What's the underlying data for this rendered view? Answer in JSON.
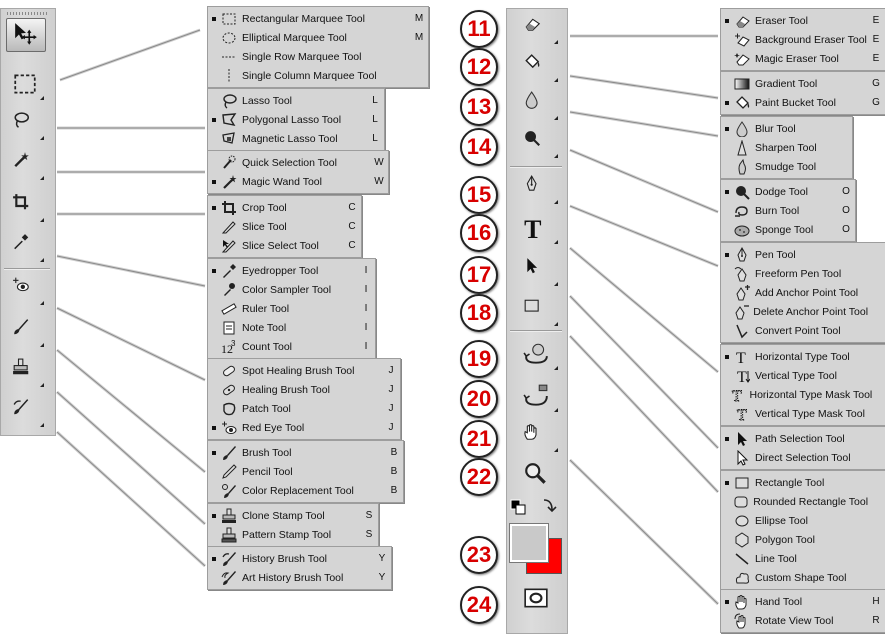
{
  "left_groups": [
    {
      "items": [
        {
          "label": "Rectangular Marquee Tool",
          "key": "M",
          "selected": true,
          "icon": "rect-marquee-icon"
        },
        {
          "label": "Elliptical Marquee Tool",
          "key": "M",
          "selected": false,
          "icon": "ellipse-marquee-icon"
        },
        {
          "label": "Single Row Marquee Tool",
          "key": "",
          "selected": false,
          "icon": "row-marquee-icon"
        },
        {
          "label": "Single Column Marquee Tool",
          "key": "",
          "selected": false,
          "icon": "column-marquee-icon"
        }
      ]
    },
    {
      "items": [
        {
          "label": "Lasso Tool",
          "key": "L",
          "selected": false,
          "icon": "lasso-icon"
        },
        {
          "label": "Polygonal Lasso Tool",
          "key": "L",
          "selected": true,
          "icon": "polygonal-lasso-icon"
        },
        {
          "label": "Magnetic Lasso Tool",
          "key": "L",
          "selected": false,
          "icon": "magnetic-lasso-icon"
        }
      ]
    },
    {
      "items": [
        {
          "label": "Quick Selection Tool",
          "key": "W",
          "selected": false,
          "icon": "quick-selection-icon"
        },
        {
          "label": "Magic Wand Tool",
          "key": "W",
          "selected": true,
          "icon": "magic-wand-icon"
        }
      ]
    },
    {
      "items": [
        {
          "label": "Crop Tool",
          "key": "C",
          "selected": true,
          "icon": "crop-icon"
        },
        {
          "label": "Slice Tool",
          "key": "C",
          "selected": false,
          "icon": "slice-icon"
        },
        {
          "label": "Slice Select Tool",
          "key": "C",
          "selected": false,
          "icon": "slice-select-icon"
        }
      ]
    },
    {
      "items": [
        {
          "label": "Eyedropper Tool",
          "key": "I",
          "selected": true,
          "icon": "eyedropper-icon"
        },
        {
          "label": "Color Sampler Tool",
          "key": "I",
          "selected": false,
          "icon": "color-sampler-icon"
        },
        {
          "label": "Ruler Tool",
          "key": "I",
          "selected": false,
          "icon": "ruler-icon"
        },
        {
          "label": "Note Tool",
          "key": "I",
          "selected": false,
          "icon": "note-icon"
        },
        {
          "label": "Count Tool",
          "key": "I",
          "selected": false,
          "icon": "count-icon"
        }
      ]
    },
    {
      "items": [
        {
          "label": "Spot Healing Brush Tool",
          "key": "J",
          "selected": false,
          "icon": "spot-healing-icon"
        },
        {
          "label": "Healing Brush Tool",
          "key": "J",
          "selected": false,
          "icon": "healing-brush-icon"
        },
        {
          "label": "Patch Tool",
          "key": "J",
          "selected": false,
          "icon": "patch-icon"
        },
        {
          "label": "Red Eye Tool",
          "key": "J",
          "selected": true,
          "icon": "red-eye-icon"
        }
      ]
    },
    {
      "items": [
        {
          "label": "Brush Tool",
          "key": "B",
          "selected": true,
          "icon": "brush-icon"
        },
        {
          "label": "Pencil Tool",
          "key": "B",
          "selected": false,
          "icon": "pencil-icon"
        },
        {
          "label": "Color Replacement Tool",
          "key": "B",
          "selected": false,
          "icon": "color-replacement-icon"
        }
      ]
    },
    {
      "items": [
        {
          "label": "Clone Stamp Tool",
          "key": "S",
          "selected": true,
          "icon": "clone-stamp-icon"
        },
        {
          "label": "Pattern Stamp Tool",
          "key": "S",
          "selected": false,
          "icon": "pattern-stamp-icon"
        }
      ]
    },
    {
      "items": [
        {
          "label": "History Brush Tool",
          "key": "Y",
          "selected": true,
          "icon": "history-brush-icon"
        },
        {
          "label": "Art History Brush Tool",
          "key": "Y",
          "selected": false,
          "icon": "art-history-brush-icon"
        }
      ]
    }
  ],
  "right_groups": [
    {
      "items": [
        {
          "label": "Eraser Tool",
          "key": "E",
          "selected": true,
          "icon": "eraser-icon"
        },
        {
          "label": "Background Eraser Tool",
          "key": "E",
          "selected": false,
          "icon": "background-eraser-icon"
        },
        {
          "label": "Magic Eraser Tool",
          "key": "E",
          "selected": false,
          "icon": "magic-eraser-icon"
        }
      ]
    },
    {
      "items": [
        {
          "label": "Gradient Tool",
          "key": "G",
          "selected": false,
          "icon": "gradient-icon"
        },
        {
          "label": "Paint Bucket Tool",
          "key": "G",
          "selected": true,
          "icon": "paint-bucket-icon"
        }
      ]
    },
    {
      "items": [
        {
          "label": "Blur Tool",
          "key": "",
          "selected": true,
          "icon": "blur-icon"
        },
        {
          "label": "Sharpen Tool",
          "key": "",
          "selected": false,
          "icon": "sharpen-icon"
        },
        {
          "label": "Smudge Tool",
          "key": "",
          "selected": false,
          "icon": "smudge-icon"
        }
      ]
    },
    {
      "items": [
        {
          "label": "Dodge Tool",
          "key": "O",
          "selected": true,
          "icon": "dodge-icon"
        },
        {
          "label": "Burn Tool",
          "key": "O",
          "selected": false,
          "icon": "burn-icon"
        },
        {
          "label": "Sponge Tool",
          "key": "O",
          "selected": false,
          "icon": "sponge-icon"
        }
      ]
    },
    {
      "items": [
        {
          "label": "Pen Tool",
          "key": "",
          "selected": true,
          "icon": "pen-icon"
        },
        {
          "label": "Freeform Pen Tool",
          "key": "",
          "selected": false,
          "icon": "freeform-pen-icon"
        },
        {
          "label": "Add Anchor Point Tool",
          "key": "",
          "selected": false,
          "icon": "add-anchor-icon"
        },
        {
          "label": "Delete Anchor Point Tool",
          "key": "",
          "selected": false,
          "icon": "delete-anchor-icon"
        },
        {
          "label": "Convert Point Tool",
          "key": "",
          "selected": false,
          "icon": "convert-point-icon"
        }
      ]
    },
    {
      "items": [
        {
          "label": "Horizontal Type Tool",
          "key": "",
          "selected": true,
          "icon": "horizontal-type-icon"
        },
        {
          "label": "Vertical Type Tool",
          "key": "",
          "selected": false,
          "icon": "vertical-type-icon"
        },
        {
          "label": "Horizontal Type Mask Tool",
          "key": "",
          "selected": false,
          "icon": "horizontal-type-mask-icon"
        },
        {
          "label": "Vertical Type Mask Tool",
          "key": "",
          "selected": false,
          "icon": "vertical-type-mask-icon"
        }
      ]
    },
    {
      "items": [
        {
          "label": "Path Selection Tool",
          "key": "",
          "selected": true,
          "icon": "path-selection-icon"
        },
        {
          "label": "Direct Selection Tool",
          "key": "",
          "selected": false,
          "icon": "direct-selection-icon"
        }
      ]
    },
    {
      "items": [
        {
          "label": "Rectangle Tool",
          "key": "",
          "selected": true,
          "icon": "rectangle-icon"
        },
        {
          "label": "Rounded Rectangle Tool",
          "key": "",
          "selected": false,
          "icon": "rounded-rectangle-icon"
        },
        {
          "label": "Ellipse Tool",
          "key": "",
          "selected": false,
          "icon": "ellipse-icon"
        },
        {
          "label": "Polygon Tool",
          "key": "",
          "selected": false,
          "icon": "polygon-icon"
        },
        {
          "label": "Line Tool",
          "key": "",
          "selected": false,
          "icon": "line-icon"
        },
        {
          "label": "Custom Shape Tool",
          "key": "",
          "selected": false,
          "icon": "custom-shape-icon"
        }
      ]
    },
    {
      "items": [
        {
          "label": "Hand Tool",
          "key": "H",
          "selected": true,
          "icon": "hand-icon"
        },
        {
          "label": "Rotate View Tool",
          "key": "R",
          "selected": false,
          "icon": "rotate-view-icon"
        }
      ]
    }
  ],
  "left_toolbar": [
    {
      "icon": "move-icon",
      "selected": true
    },
    {
      "icon": "marquee-icon"
    },
    {
      "icon": "lasso-icon"
    },
    {
      "icon": "magic-wand-icon"
    },
    {
      "icon": "crop-icon"
    },
    {
      "icon": "eyedropper-icon"
    },
    {
      "icon": "red-eye-icon"
    },
    {
      "icon": "brush-icon"
    },
    {
      "icon": "clone-stamp-icon"
    },
    {
      "icon": "history-brush-icon"
    }
  ],
  "right_toolbar": [
    {
      "icon": "eraser-icon",
      "badge": "11"
    },
    {
      "icon": "paint-bucket-icon",
      "badge": "12"
    },
    {
      "icon": "blur-icon",
      "badge": "13"
    },
    {
      "icon": "dodge-icon",
      "badge": "14"
    },
    {
      "icon": "pen-icon",
      "badge": "15"
    },
    {
      "icon": "type-icon",
      "badge": "16",
      "glyph": "T"
    },
    {
      "icon": "path-selection-icon",
      "badge": "17"
    },
    {
      "icon": "rectangle-icon",
      "badge": "18"
    },
    {
      "icon": "rotate-3d-icon",
      "badge": "19"
    },
    {
      "icon": "orbit-3d-icon",
      "badge": "20"
    },
    {
      "icon": "hand-icon",
      "badge": "21"
    },
    {
      "icon": "zoom-icon",
      "badge": "22"
    },
    {
      "icon": "color-swatches-icon",
      "badge": "23"
    },
    {
      "icon": "quick-mask-icon",
      "badge": "24"
    }
  ],
  "colors": {
    "foreground": "#c9c9c9",
    "background": "#ff0000",
    "badge_text": "#d80000"
  }
}
